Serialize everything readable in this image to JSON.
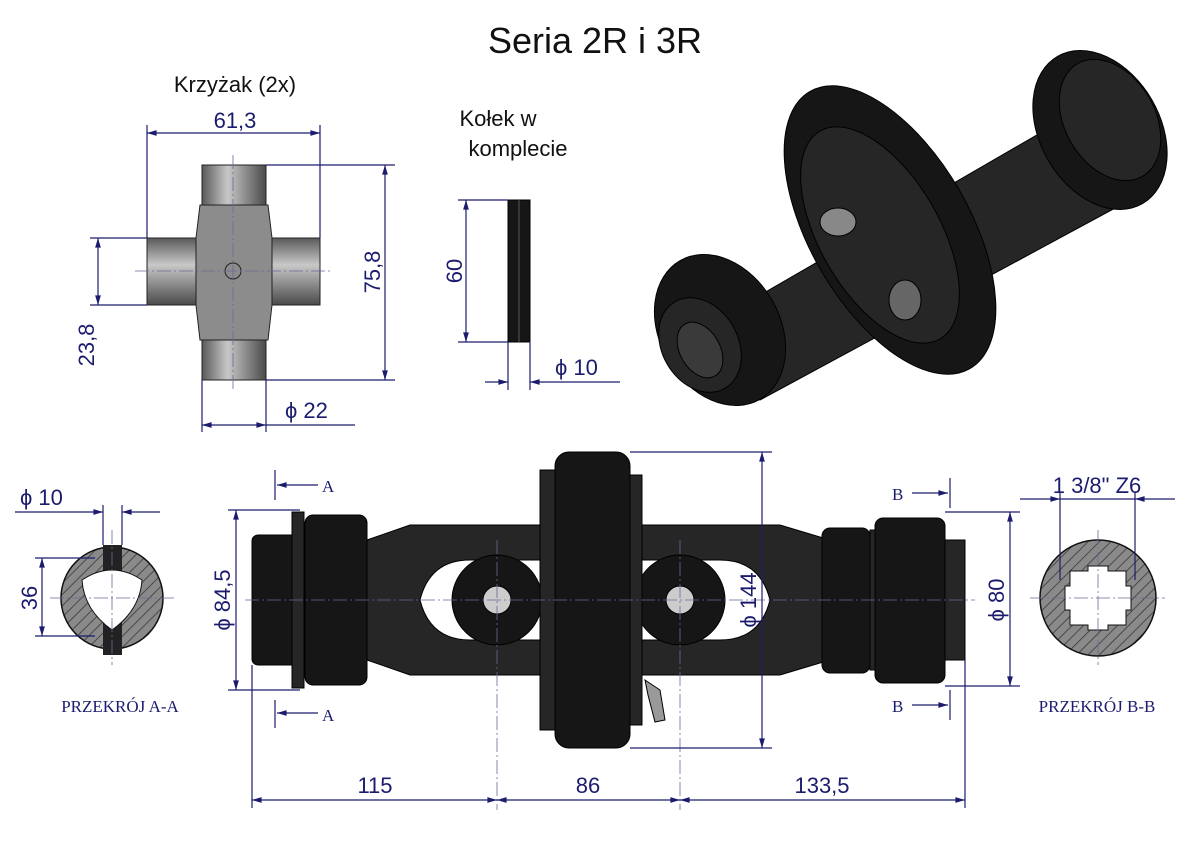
{
  "title": "Seria 2R i 3R",
  "cross": {
    "label": "Krzyżak (2x)",
    "width_dim": "61,3",
    "height_dim": "75,8",
    "arm_dim": "23,8",
    "diameter_dim": "ϕ 22"
  },
  "pin": {
    "label_line1": "Kołek w",
    "label_line2": "komplecie",
    "length_dim": "60",
    "diameter_dim": "ϕ 10"
  },
  "section_a": {
    "label": "PRZEKRÓJ A-A",
    "width_dim": "ϕ 10",
    "height_dim": "36",
    "mark": "A"
  },
  "section_b": {
    "label": "PRZEKRÓJ B-B",
    "spline_dim": "1 3/8\" Z6",
    "mark": "B"
  },
  "shaft": {
    "left_diameter": "ϕ 84,5",
    "center_diameter": "ϕ 144",
    "right_diameter": "ϕ 80",
    "len_left": "115",
    "len_center": "86",
    "len_right": "133,5"
  },
  "colors": {
    "dimension": "#1c1c6e",
    "part": "#262626"
  }
}
